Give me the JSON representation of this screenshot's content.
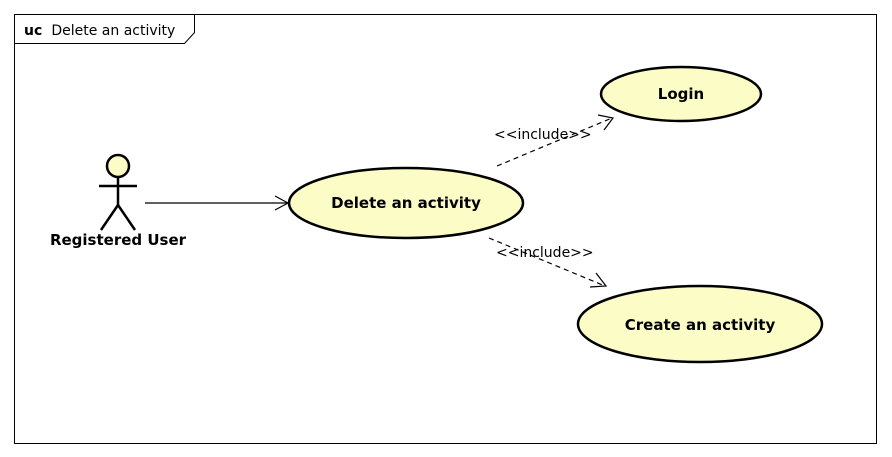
{
  "frame": {
    "keyword": "uc",
    "name": "Delete an activity"
  },
  "actor": {
    "label": "Registered User"
  },
  "use_cases": {
    "delete": "Delete an activity",
    "login": "Login",
    "create": "Create an activity"
  },
  "relations": {
    "include_login": "<<include>>",
    "include_create": "<<include>>"
  },
  "colors": {
    "use_case_fill": "#fcfcc6",
    "stroke": "#000000",
    "background": "#ffffff"
  }
}
